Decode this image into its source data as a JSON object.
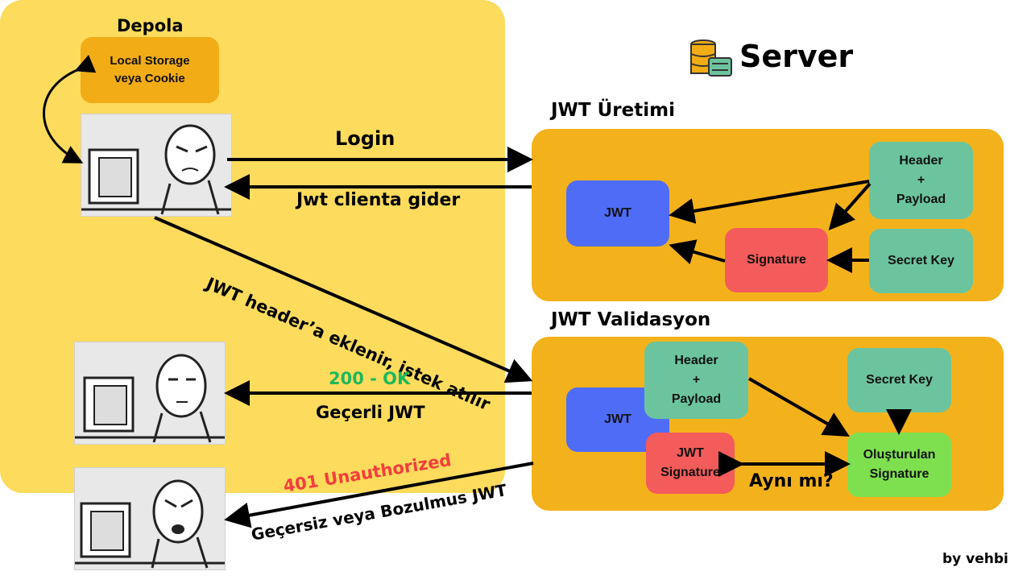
{
  "storage": {
    "title": "Depola",
    "box": "Local Storage\nveya Cookie"
  },
  "server": {
    "title": "Server"
  },
  "generation": {
    "title": "JWT Üretimi",
    "jwt": "JWT",
    "header_payload": "Header\n+\nPayload",
    "signature": "Signature",
    "secret_key": "Secret Key"
  },
  "validation": {
    "title": "JWT Validasyon",
    "jwt": "JWT",
    "header_payload": "Header\n+\nPayload",
    "secret_key": "Secret Key",
    "jwt_signature": "JWT\nSignature",
    "created_signature": "Oluşturulan\nSignature",
    "compare": "Aynı mı?"
  },
  "flows": {
    "login": "Login",
    "jwt_to_client": "Jwt clienta gider",
    "request": "JWT header’a eklenir, istek atılır",
    "ok_status": "200 - OK",
    "ok_text": "Geçerli JWT",
    "fail_status": "401 Unauthorized",
    "fail_text": "Geçersiz veya Bozulmus JWT"
  },
  "credit": "by vehbi",
  "colors": {
    "server_bg": "#fddb5c",
    "panel_bg": "#f3b21b",
    "jwt_blue": "#4f6cf7",
    "teal": "#6cc49e",
    "red": "#f45b5b",
    "green": "#7ee04f",
    "storage_orange": "#f2ac16",
    "ok_green": "#1db85b",
    "error_red": "#f43e3e"
  },
  "icons": {
    "server": "database-server-icon",
    "people": [
      "user-at-computer-annoyed",
      "user-at-computer-neutral",
      "user-at-computer-angry"
    ]
  }
}
